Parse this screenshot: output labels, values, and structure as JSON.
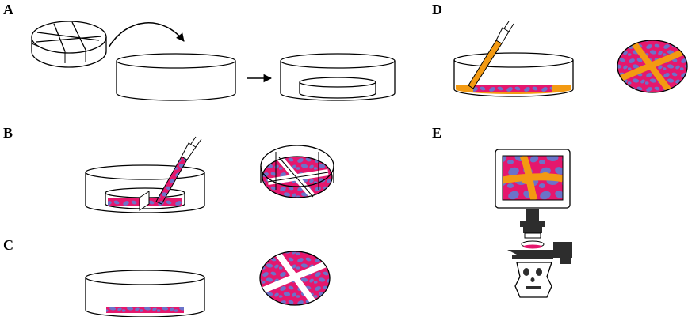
{
  "panels": {
    "a": "A",
    "b": "B",
    "c": "C",
    "d": "D",
    "e": "E"
  },
  "colors": {
    "cells_background": "#e5176d",
    "cells": "#6b73c9",
    "scratch_gap": "#ffffff",
    "filling_medium": "#f39a12",
    "outline": "#000000",
    "microscope_body": "#2d2d2d"
  },
  "icons": [
    "cross-insert-icon",
    "petri-dish-icon",
    "arrow-icon",
    "pipette-icon",
    "microscope-icon",
    "monitor-icon"
  ]
}
